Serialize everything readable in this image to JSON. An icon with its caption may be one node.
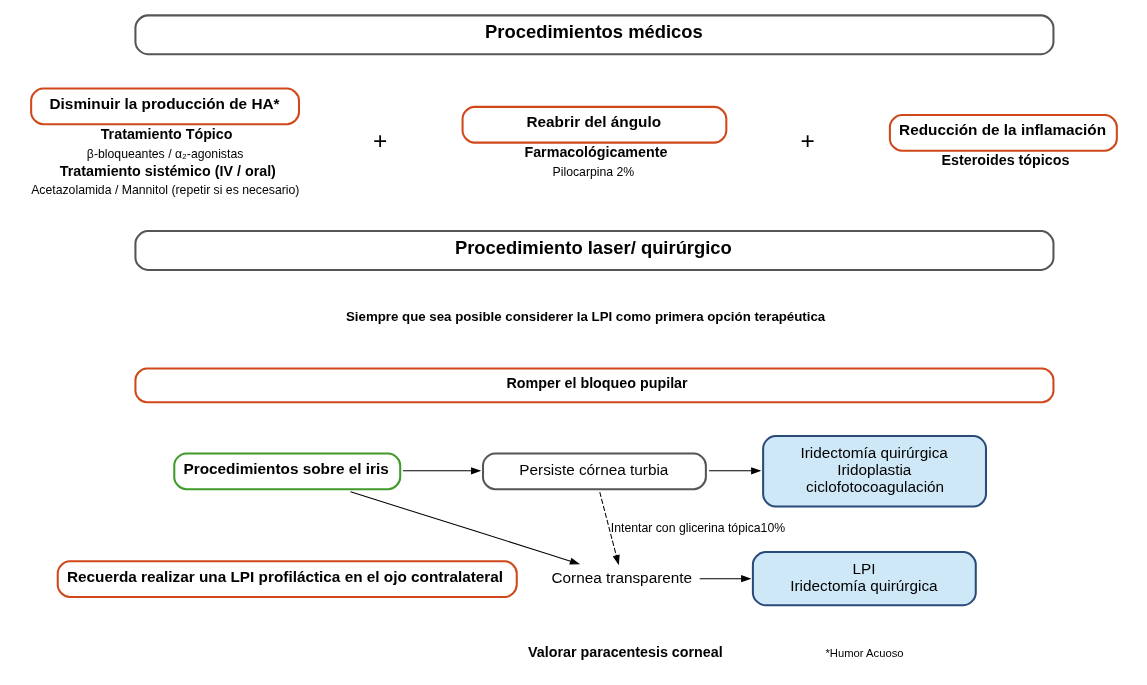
{
  "diagram": {
    "nodes": [
      {
        "text": [
          "Procedimientos médicos"
        ]
      },
      {
        "text": [
          "Disminuir la producción de HA*"
        ],
        "beside": [
          "Tratamiento Tópico",
          "β-bloqueantes / α₂-agonistas",
          "Tratamiento sistémico (IV / oral)",
          "Acetazolamida / Mannitol (repetir si es necesario)"
        ]
      },
      {
        "text": [
          "Reabrir del ángulo"
        ],
        "beside": [
          "Farmacológicamente",
          "Pilocarpina 2%"
        ]
      },
      {
        "text": [
          "Reducción de la inflamación"
        ],
        "beside": [
          "Esteroides tópicos"
        ]
      },
      {
        "text": [
          "Procedimiento laser/ quirúrgico"
        ]
      },
      {
        "text": [
          "Romper el bloqueo pupilar"
        ]
      },
      {
        "text": [
          "Procedimientos sobre el iris"
        ]
      },
      {
        "text": [
          "Persiste córnea turbia"
        ]
      },
      {
        "text": [
          "Iridectomía quirúrgica",
          "Iridoplastia",
          "ciclofotocoagulación"
        ]
      },
      {
        "text": [
          "Cornea transparente"
        ]
      },
      {
        "text": [
          "LPI",
          "Iridectomía quirúrgica"
        ]
      },
      {
        "text": [
          "Recuerda realizar una LPI profiláctica en el ojo contralateral"
        ]
      }
    ],
    "edges": [
      {
        "from": 6,
        "to": 7,
        "arrow": "to"
      },
      {
        "from": 7,
        "to": 8,
        "arrow": "to"
      },
      {
        "from": 7,
        "to": 9,
        "arrow": "to",
        "style": "dashed",
        "label": "Intentar con glicerina tópica10%"
      },
      {
        "from": 6,
        "to": 9,
        "arrow": "to"
      },
      {
        "from": 9,
        "to": 10,
        "arrow": "to"
      }
    ],
    "labels": [
      "+",
      "+",
      "Siempre que sea posible considerer la LPI como primera opción terapéutica",
      "Valorar paracentesis corneal",
      "*Humor Acuoso"
    ]
  }
}
